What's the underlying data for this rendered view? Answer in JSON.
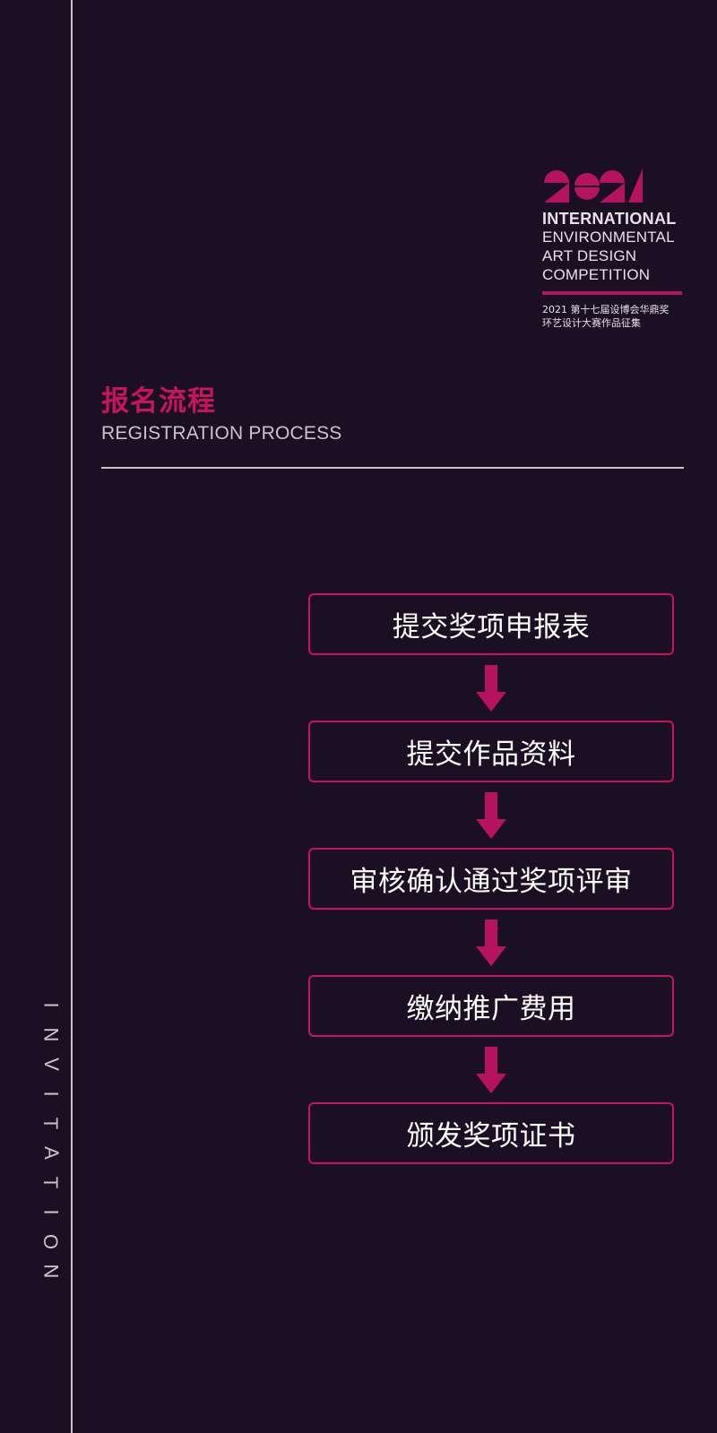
{
  "side_word": [
    "I",
    "N",
    "V",
    "I",
    "T",
    "A",
    "T",
    "I",
    "O",
    "N"
  ],
  "logo": {
    "year_mark": "2021",
    "line1": "INTERNATIONAL",
    "line2": "ENVIRONMENTAL",
    "line3": "ART DESIGN",
    "line4": "COMPETITION",
    "cn_line1": "2021 第十七届设博会华鼎奖",
    "cn_line2": "环艺设计大赛作品征集"
  },
  "section": {
    "title_cn": "报名流程",
    "title_en": "REGISTRATION PROCESS"
  },
  "steps": [
    "提交奖项申报表",
    "提交作品资料",
    "审核确认通过奖项评审",
    "缴纳推广费用",
    "颁发奖项证书"
  ],
  "colors": {
    "background": "#1b0f24",
    "accent": "#c8135f",
    "line": "#c8c4cc"
  }
}
